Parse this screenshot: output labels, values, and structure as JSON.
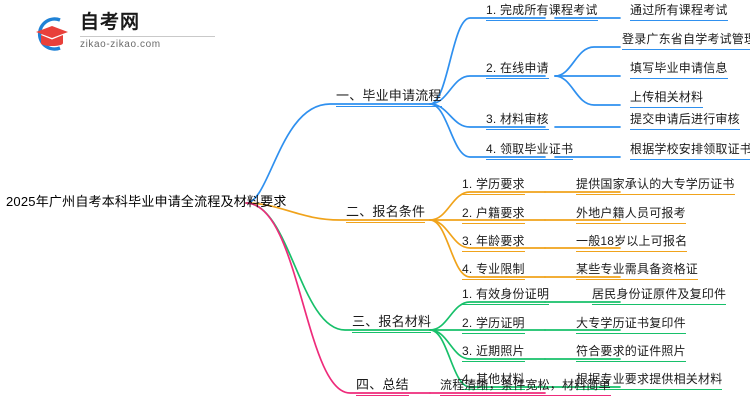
{
  "logo": {
    "name": "自考网",
    "domain": "zikao-zikao.com",
    "mark_icon": "graduation-cap-icon",
    "arc_color": "#1f82d6",
    "cap_color": "#e8403a"
  },
  "mindmap": {
    "root": {
      "label": "2025年广州自考本科毕业申请全流程及材料要求"
    },
    "branches": [
      {
        "label": "一、毕业申请流程",
        "color": "#2f90ef",
        "children": [
          {
            "label": "1. 完成所有课程考试",
            "details": [
              "通过所有课程考试"
            ]
          },
          {
            "label": "2. 在线申请",
            "details": [
              "登录广东省自学考试管理系统",
              "填写毕业申请信息",
              "上传相关材料"
            ]
          },
          {
            "label": "3. 材料审核",
            "details": [
              "提交申请后进行审核"
            ]
          },
          {
            "label": "4. 领取毕业证书",
            "details": [
              "根据学校安排领取证书"
            ]
          }
        ]
      },
      {
        "label": "二、报名条件",
        "color": "#f0a31b",
        "children": [
          {
            "label": "1. 学历要求",
            "details": [
              "提供国家承认的大专学历证书"
            ]
          },
          {
            "label": "2. 户籍要求",
            "details": [
              "外地户籍人员可报考"
            ]
          },
          {
            "label": "3. 年龄要求",
            "details": [
              "一般18岁以上可报名"
            ]
          },
          {
            "label": "4. 专业限制",
            "details": [
              "某些专业需具备资格证"
            ]
          }
        ]
      },
      {
        "label": "三、报名材料",
        "color": "#17c06a",
        "children": [
          {
            "label": "1. 有效身份证明",
            "details": [
              "居民身份证原件及复印件"
            ]
          },
          {
            "label": "2. 学历证明",
            "details": [
              "大专学历证书复印件"
            ]
          },
          {
            "label": "3. 近期照片",
            "details": [
              "符合要求的证件照片"
            ]
          },
          {
            "label": "4. 其他材料",
            "details": [
              "根据专业要求提供相关材料"
            ]
          }
        ]
      },
      {
        "label": "四、总结",
        "color": "#ee2b7b",
        "children": [
          {
            "label": "流程清晰，条件宽松，材料简单",
            "details": []
          }
        ]
      }
    ]
  }
}
